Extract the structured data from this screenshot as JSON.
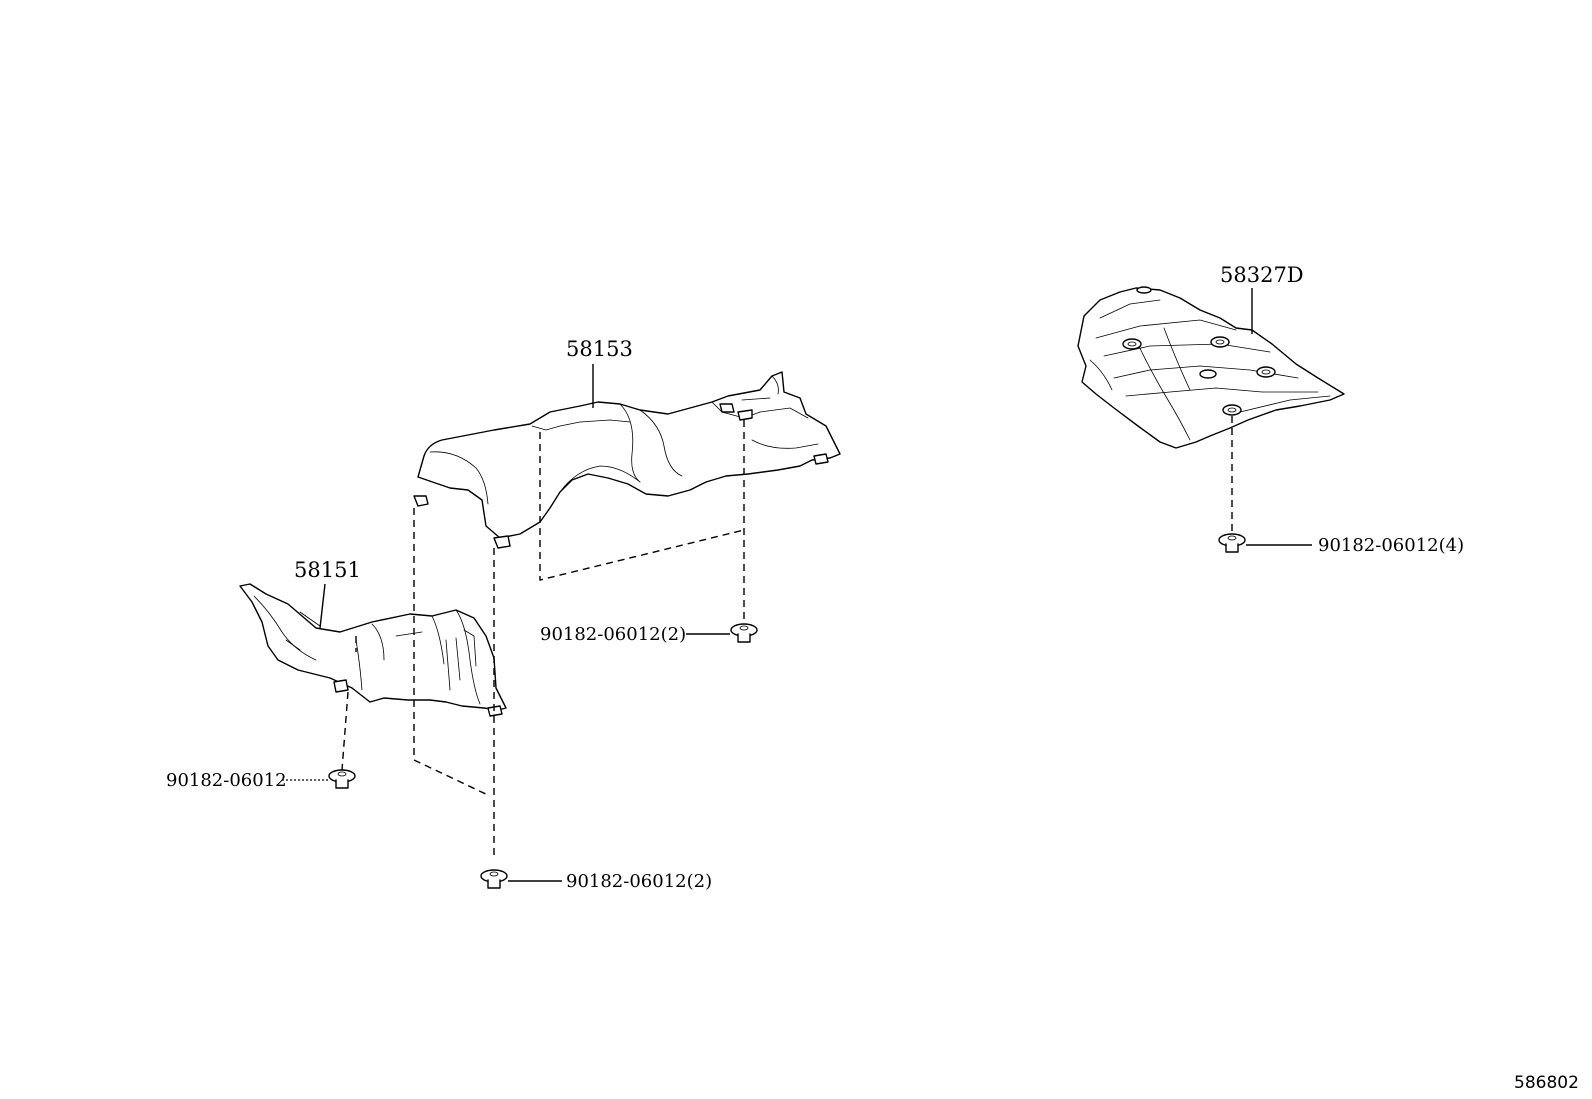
{
  "labels": {
    "part_58153": "58153",
    "part_58151": "58151",
    "part_58327d": "58327D",
    "clip_a": "90182-06012(2)",
    "clip_b": "90182-06012",
    "clip_c": "90182-06012(2)",
    "clip_d": "90182-06012(4)",
    "ref_number": "586802"
  }
}
